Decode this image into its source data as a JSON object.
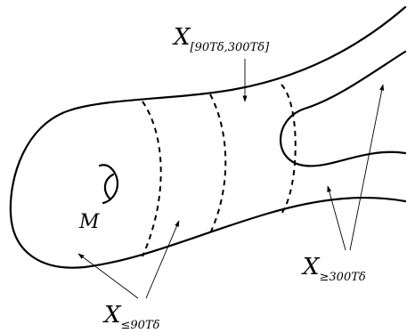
{
  "labels": {
    "mid": {
      "main": "X",
      "sub": "[90Tδ,300Tδ]"
    },
    "left": {
      "main": "X",
      "sub": "≤90Tδ"
    },
    "right": {
      "main": "X",
      "sub": "≥300Tδ"
    },
    "handle": "M"
  }
}
